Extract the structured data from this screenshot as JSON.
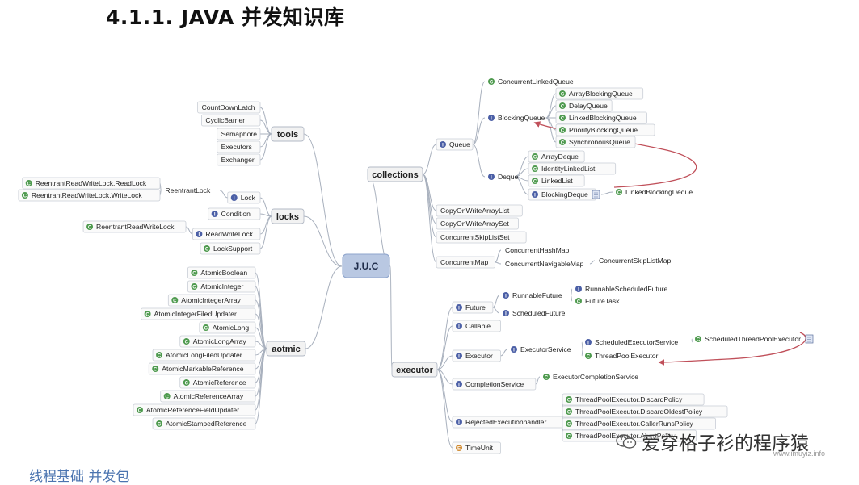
{
  "heading": "4.1.1.  JAVA 并发知识库",
  "bottom_text": "线程基础 并发包",
  "watermark": {
    "text": "爱穿格子衫的程序猿",
    "url": "www.imuyiz.info"
  },
  "mindmap": {
    "center": "J.U.C",
    "branches": {
      "tools": "tools",
      "locks": "locks",
      "aotmic": "aotmic",
      "collections": "collections",
      "executor": "executor"
    },
    "tools_items": [
      "CountDownLatch",
      "CyclicBarrier",
      "Semaphore",
      "Executors",
      "Exchanger"
    ],
    "locks_items": {
      "lock": "Lock",
      "condition": "Condition",
      "readwritelock": "ReadWriteLock",
      "locksupport": "LockSupport",
      "reentrantlock": "ReentrantLock",
      "rl_read": "ReentrantReadWriteLock.ReadLock",
      "rl_write": "ReentrantReadWriteLock.WriteLock",
      "rrwl": "ReentrantReadWriteLock"
    },
    "atomic_items": [
      "AtomicBoolean",
      "AtomicInteger",
      "AtomicIntegerArray",
      "AtomicIntegerFiledUpdater",
      "AtomicLong",
      "AtomicLongArray",
      "AtomicLongFiledUpdater",
      "AtomicMarkableReference",
      "AtomicReference",
      "AtomicReferenceArray",
      "AtomicReferenceFieldUpdater",
      "AtomicStampedReference"
    ],
    "collections_items": {
      "queue": "Queue",
      "concurrent_linked_queue": "ConcurrentLinkedQueue",
      "blocking_queue": "BlockingQueue",
      "bq_children": [
        "ArrayBlockingQueue",
        "DelayQueue",
        "LinkedBlockingQueue",
        "PriorityBlockingQueue",
        "SynchronousQueue"
      ],
      "deque": "Deque",
      "deque_children": [
        "ArrayDeque",
        "IdentityLinkedList",
        "LinkedList",
        "BlockingDeque"
      ],
      "linked_blocking_deque": "LinkedBlockingDeque",
      "copy_list": "CopyOnWriteArrayList",
      "copy_set": "CopyOnWriteArraySet",
      "skip_set": "ConcurrentSkipListSet",
      "concurrent_map": "ConcurrentMap",
      "hash_map": "ConcurrentHashMap",
      "navigable_map": "ConcurrentNavigableMap",
      "skip_map": "ConcurrentSkipListMap"
    },
    "executor_items": {
      "future": "Future",
      "runnable_future": "RunnableFuture",
      "runnable_scheduled_future": "RunnableScheduledFuture",
      "future_task": "FutureTask",
      "scheduled_future": "ScheduledFuture",
      "callable": "Callable",
      "executor": "Executor",
      "executor_service": "ExecutorService",
      "scheduled_executor_service": "ScheduledExecutorService",
      "scheduled_tpe": "ScheduledThreadPoolExecutor",
      "tpe": "ThreadPoolExecutor",
      "completion_service": "CompletionService",
      "executor_completion_service": "ExecutorCompletionService",
      "rejected_handler": "RejectedExecutionhandler",
      "policies": [
        "ThreadPoolExecutor.DiscardPolicy",
        "ThreadPoolExecutor.DiscardOldestPolicy",
        "ThreadPoolExecutor.CallerRunsPolicy",
        "ThreadPoolExecutor.AbortPolicy"
      ],
      "time_unit": "TimeUnit"
    }
  },
  "colors": {
    "center_fill": "#b9c8e2",
    "center_border": "#8ea4cc",
    "branch_fill": "#f2f2f2",
    "link": "#a8b0bd",
    "class_icon": "#4e9a4e",
    "interface_icon": "#4b5fa6",
    "enum_icon": "#d08a30",
    "arrow": "#c0505a"
  }
}
